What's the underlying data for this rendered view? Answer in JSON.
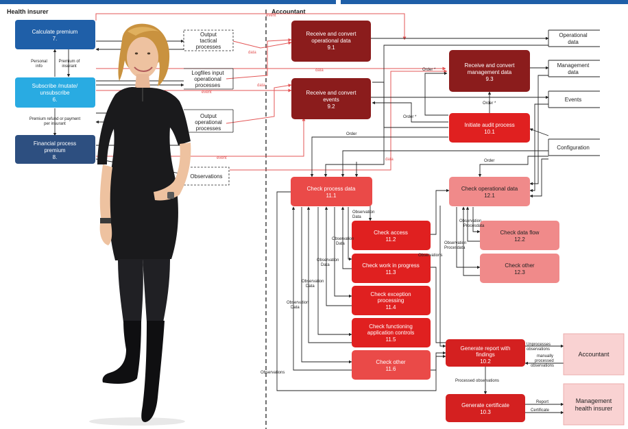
{
  "sections": {
    "left": "Health insurer",
    "right": "Accountant"
  },
  "left_boxes": {
    "calc_premium": {
      "title": "Calculate premium",
      "num": "7."
    },
    "subscribe": {
      "title": "Subscribe /mutate/",
      "title2": "unsubscribe",
      "num": "6."
    },
    "financial": {
      "title": "Financial process",
      "title2": "premium",
      "num": "8."
    }
  },
  "left_stores": {
    "tactical": [
      "Output",
      "tactical",
      "processes"
    ],
    "logfiles": [
      "Logfiles input",
      "operational",
      "processes"
    ],
    "output_op": [
      "Output",
      "operational",
      "processes"
    ],
    "observations": "Observations"
  },
  "left_flows": {
    "personal": [
      "Personal",
      "info"
    ],
    "premium_ins": [
      "Premium of",
      "insurant"
    ],
    "refund": [
      "Premium refund or payment",
      "per insurant"
    ],
    "data": "data",
    "event": "event"
  },
  "right_stores": {
    "operational": [
      "Operational",
      "data"
    ],
    "management": [
      "Management",
      "data"
    ],
    "events": "Events",
    "configuration": "Configuration",
    "accountant": "Accountant",
    "mgmt_insurer": [
      "Management",
      "health insurer"
    ]
  },
  "processes": {
    "p91": {
      "title": [
        "Receive and convert",
        "operational data"
      ],
      "num": "9.1"
    },
    "p92": {
      "title": [
        "Receive and convert",
        "events"
      ],
      "num": "9.2"
    },
    "p93": {
      "title": [
        "Receive and convert",
        "management data"
      ],
      "num": "9.3"
    },
    "p101": {
      "title": [
        "Initiate audit process"
      ],
      "num": "10.1"
    },
    "p111": {
      "title": [
        "Check process data"
      ],
      "num": "11.1"
    },
    "p121": {
      "title": [
        "Check operational data"
      ],
      "num": "12.1"
    },
    "p112": {
      "title": [
        "Check access"
      ],
      "num": "11.2"
    },
    "p113": {
      "title": [
        "Check work in progress"
      ],
      "num": "11.3"
    },
    "p114": {
      "title": [
        "Check exception",
        "processing"
      ],
      "num": "11.4"
    },
    "p115": {
      "title": [
        "Check functioning",
        "application controls"
      ],
      "num": "11.5"
    },
    "p116": {
      "title": [
        "Check other"
      ],
      "num": "11.6"
    },
    "p122": {
      "title": [
        "Check data flow"
      ],
      "num": "12.2"
    },
    "p123": {
      "title": [
        "Check other"
      ],
      "num": "12.3"
    },
    "p102": {
      "title": [
        "Generate report with",
        "findings"
      ],
      "num": "10.2"
    },
    "p103": {
      "title": [
        "Generate certificate"
      ],
      "num": "10.3"
    }
  },
  "right_flows": {
    "order": "Order",
    "order_star": "Order *",
    "obs_data": [
      "Observation",
      "Data"
    ],
    "obs_procesdata": [
      "Observation",
      "Procesdata"
    ],
    "observations": "Observations",
    "unprocessed": [
      "Unprocesses",
      "observations"
    ],
    "manual": [
      "manually",
      "processed",
      "observations"
    ],
    "processed": "Processed observations",
    "report": "Report",
    "certificate": "Certificate",
    "data": "data"
  },
  "colors": {
    "blue_dark": "#1f5fa8",
    "blue_light": "#29abe2",
    "navy": "#2d4f80",
    "maroon": "#8b1c1c",
    "red": "#e02020",
    "red_mid": "#ea4a48",
    "pink": "#f08a8a",
    "pink_light": "#f9d2d2",
    "flow_red": "#e35555"
  }
}
